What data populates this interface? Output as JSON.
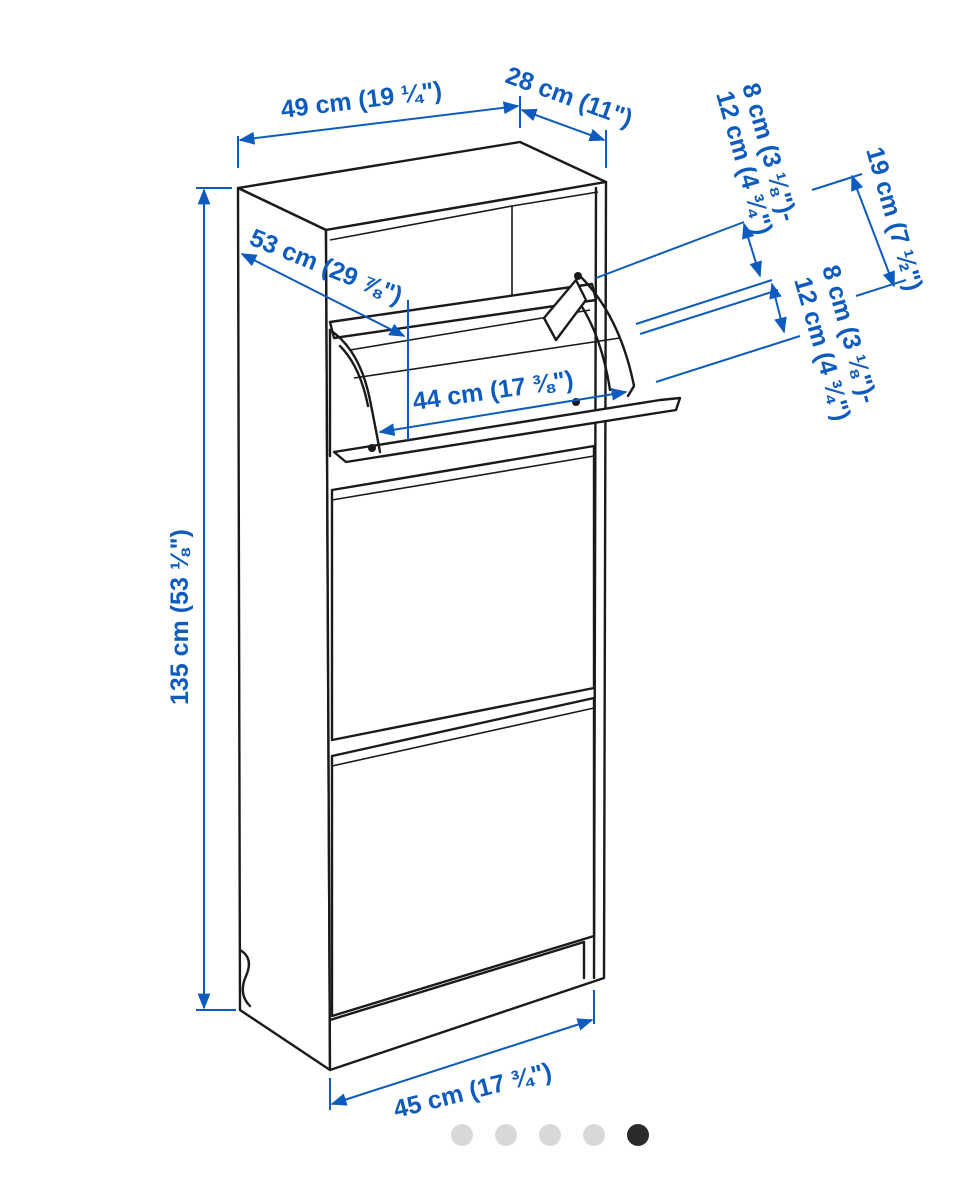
{
  "diagram": {
    "dimensions": {
      "width": "49 cm (19 ¼\")",
      "depth": "28 cm (11\")",
      "height": "135 cm (53 ⅛\")",
      "base_width": "45 cm (17 ¾\")",
      "diagonal": "53 cm (29 ⅞\")",
      "inner_width": "44 cm (17 ⅜\")",
      "gap_top_a": "8 cm (3 ⅛\")-",
      "gap_top_b": "12 cm (4 ¾\")",
      "gap_mid_a": "8 cm (3 ⅛\")-",
      "gap_mid_b": "12 cm (4 ¾\")",
      "compartment_height": "19 cm (7 ½\")"
    },
    "colors": {
      "dimension": "#0e5bbf",
      "outline": "#1a1a1a",
      "background": "#ffffff"
    }
  },
  "gallery": {
    "slide_count": 5,
    "active_index": 4,
    "dots": [
      "image-1",
      "image-2",
      "image-3",
      "image-4",
      "image-5"
    ]
  }
}
